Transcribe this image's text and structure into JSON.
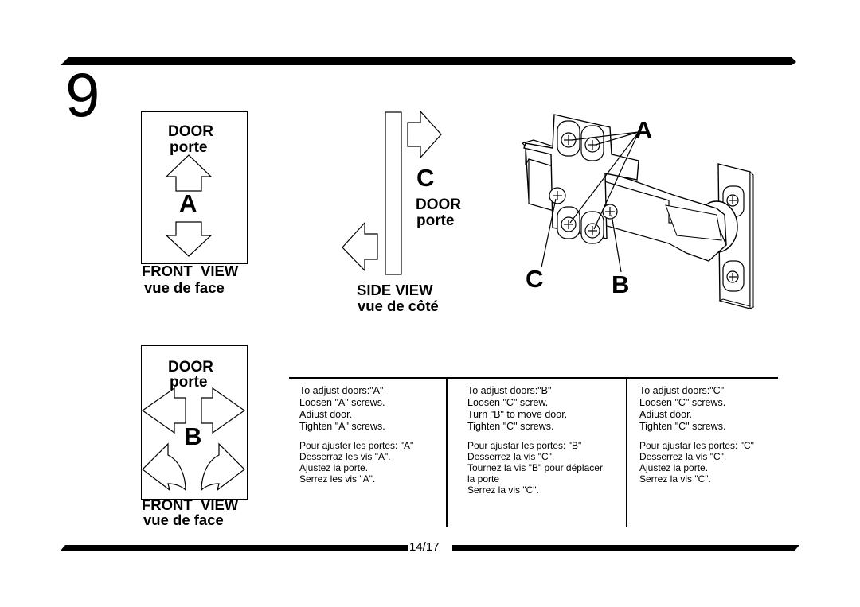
{
  "step_number": "9",
  "panel_a": {
    "door_en": "DOOR",
    "door_fr": "porte",
    "letter": "A",
    "view_en": "FRONT  VIEW",
    "view_fr": "vue de face"
  },
  "side_view": {
    "letter": "C",
    "door_en": "DOOR",
    "door_fr": "porte",
    "view_en": "SIDE VIEW",
    "view_fr": "vue de côté"
  },
  "hinge": {
    "label_a": "A",
    "label_b": "B",
    "label_c": "C"
  },
  "panel_b": {
    "door_en": "DOOR",
    "door_fr": "porte",
    "letter": "B",
    "view_en": "FRONT  VIEW",
    "view_fr": "vue de face"
  },
  "instructions": [
    {
      "en": [
        "To adjust doors:\"A\"",
        "Loosen \"A\" screws.",
        "Adiust door.",
        "Tighten \"A\" screws."
      ],
      "fr": [
        "Pour ajuster les portes: \"A\"",
        "Desserraz les vis \"A\".",
        "Ajustez la porte.",
        "Serrez les vis \"A\"."
      ]
    },
    {
      "en": [
        "To adjust doors:\"B\"",
        "Loosen \"C\" screw.",
        "Turn \"B\" to move door.",
        "Tighten \"C\" screws."
      ],
      "fr": [
        "Pour ajustar les portes: \"B\"",
        "Desserrez la vis \"C\".",
        "Tournez la vis \"B\" pour déplacer",
        "la porte",
        "Serrez la vis \"C\"."
      ]
    },
    {
      "en": [
        "To adjust doors:\"C\"",
        "Loosen \"C\" screws.",
        "Adiust door.",
        "Tighten \"C\" screws."
      ],
      "fr": [
        "Pour ajustar les portes: \"C\"",
        "Desserrez la vis \"C\".",
        "Ajustez la porte.",
        "Serrez la vis \"C\"."
      ]
    }
  ],
  "page_number": "14/17"
}
